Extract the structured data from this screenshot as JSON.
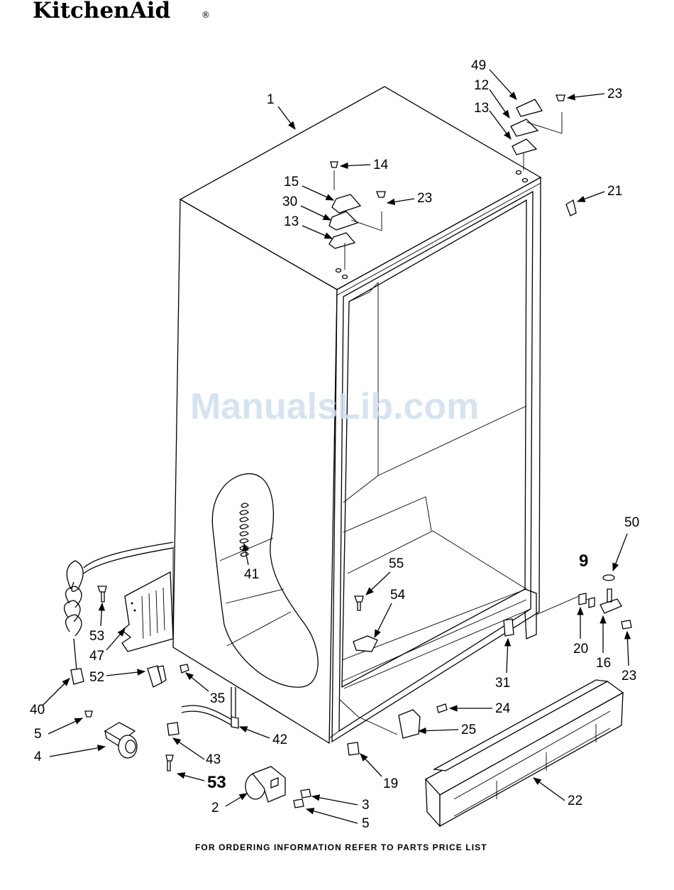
{
  "brand": {
    "name": "KitchenAid",
    "mark": "®"
  },
  "watermark": "ManualsLib.com",
  "footer": "FOR ORDERING INFORMATION REFER TO PARTS PRICE LIST",
  "callouts": [
    {
      "id": "c1",
      "label": "1"
    },
    {
      "id": "c49",
      "label": "49"
    },
    {
      "id": "c12",
      "label": "12"
    },
    {
      "id": "c13a",
      "label": "13"
    },
    {
      "id": "c23a",
      "label": "23"
    },
    {
      "id": "c14",
      "label": "14"
    },
    {
      "id": "c15",
      "label": "15"
    },
    {
      "id": "c30",
      "label": "30"
    },
    {
      "id": "c13b",
      "label": "13"
    },
    {
      "id": "c23b",
      "label": "23"
    },
    {
      "id": "c21",
      "label": "21"
    },
    {
      "id": "c50",
      "label": "50"
    },
    {
      "id": "c9",
      "label": "9"
    },
    {
      "id": "c55",
      "label": "55"
    },
    {
      "id": "c54",
      "label": "54"
    },
    {
      "id": "c41",
      "label": "41"
    },
    {
      "id": "c53a",
      "label": "53"
    },
    {
      "id": "c47",
      "label": "47"
    },
    {
      "id": "c52",
      "label": "52"
    },
    {
      "id": "c35",
      "label": "35"
    },
    {
      "id": "c40",
      "label": "40"
    },
    {
      "id": "c20",
      "label": "20"
    },
    {
      "id": "c16",
      "label": "16"
    },
    {
      "id": "c23c",
      "label": "23"
    },
    {
      "id": "c31",
      "label": "31"
    },
    {
      "id": "c24",
      "label": "24"
    },
    {
      "id": "c25",
      "label": "25"
    },
    {
      "id": "c5a",
      "label": "5"
    },
    {
      "id": "c4",
      "label": "4"
    },
    {
      "id": "c42",
      "label": "42"
    },
    {
      "id": "c43",
      "label": "43"
    },
    {
      "id": "c53b",
      "label": "53"
    },
    {
      "id": "c19",
      "label": "19"
    },
    {
      "id": "c22",
      "label": "22"
    },
    {
      "id": "c2",
      "label": "2"
    },
    {
      "id": "c3",
      "label": "3"
    },
    {
      "id": "c5b",
      "label": "5"
    }
  ]
}
